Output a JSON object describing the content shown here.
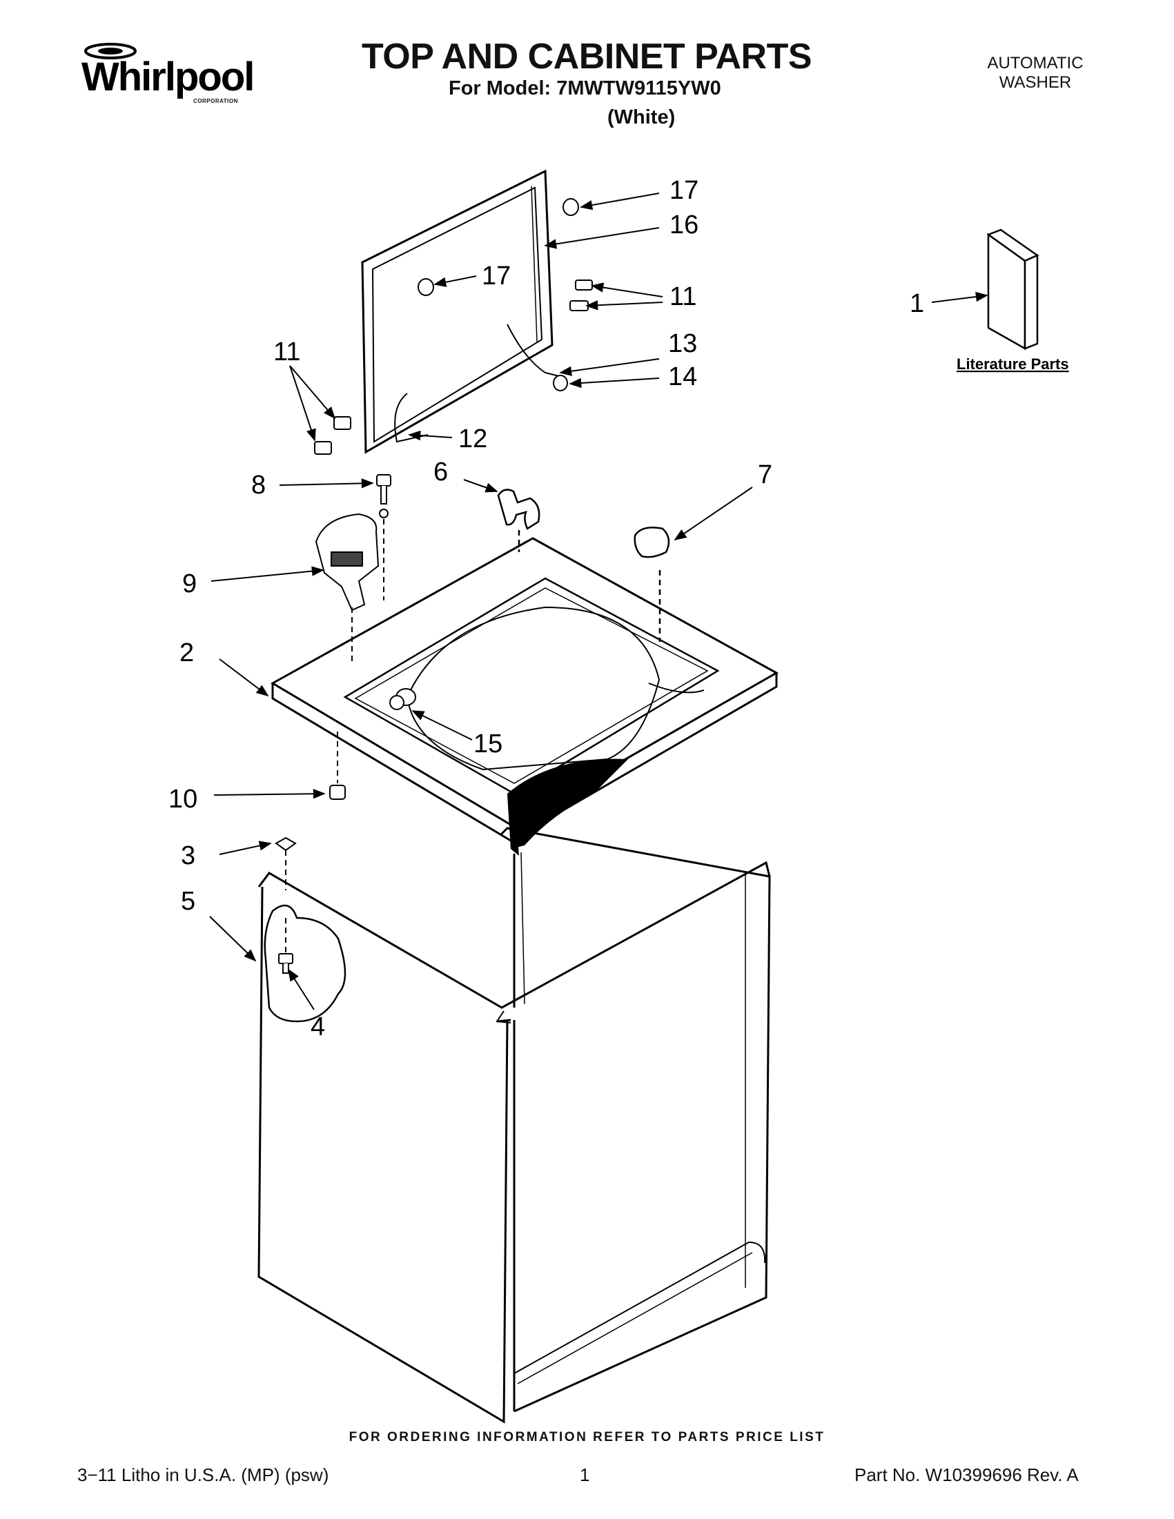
{
  "header": {
    "brand": "Whirlpool",
    "brand_sub": "CORPORATION",
    "title": "TOP AND CABINET PARTS",
    "model_line": "For Model: 7MWTW9115YW0",
    "color_line": "(White)",
    "product_type_line1": "AUTOMATIC",
    "product_type_line2": "WASHER"
  },
  "diagram": {
    "callouts": [
      "1",
      "2",
      "3",
      "4",
      "5",
      "6",
      "7",
      "8",
      "9",
      "10",
      "11",
      "11",
      "12",
      "13",
      "14",
      "15",
      "16",
      "17",
      "17"
    ],
    "literature_label": "Literature Parts"
  },
  "footer": {
    "order_note": "FOR ORDERING INFORMATION REFER TO PARTS PRICE LIST",
    "litho": "3−11 Litho in U.S.A. (MP) (psw)",
    "page_number": "1",
    "part_number": "Part No. W10399696 Rev. A"
  }
}
